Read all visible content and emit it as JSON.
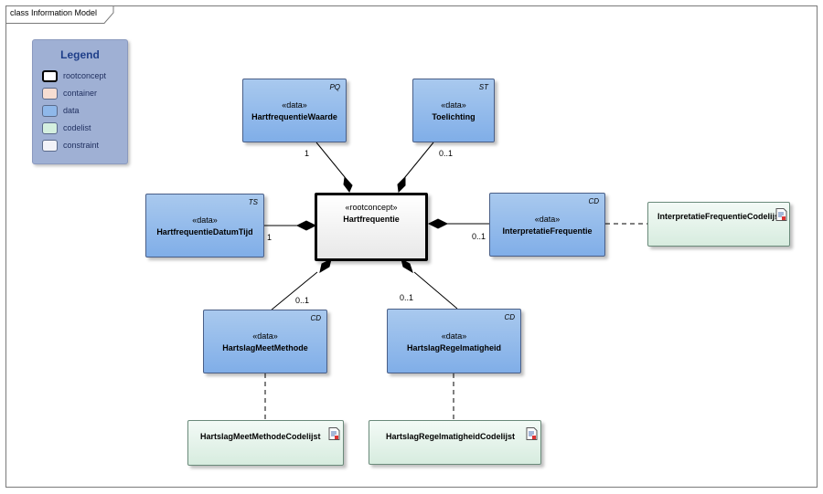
{
  "frame": {
    "title": "class Information Model"
  },
  "legend": {
    "title": "Legend",
    "items": [
      {
        "label": "rootconcept",
        "color": "#ffffff"
      },
      {
        "label": "container",
        "color": "#f6ddd2"
      },
      {
        "label": "data",
        "color": "#8fb8ea"
      },
      {
        "label": "codelist",
        "color": "#d4efdf"
      },
      {
        "label": "constraint",
        "color": "#f2f2f8"
      }
    ]
  },
  "root": {
    "stereotype": "«rootconcept»",
    "name": "Hartfrequentie"
  },
  "data_nodes": {
    "waarde": {
      "stereotype": "«data»",
      "name": "HartfrequentieWaarde",
      "type": "PQ"
    },
    "toelichting": {
      "stereotype": "«data»",
      "name": "Toelichting",
      "type": "ST"
    },
    "datumtijd": {
      "stereotype": "«data»",
      "name": "HartfrequentieDatumTijd",
      "type": "TS"
    },
    "interpretatie": {
      "stereotype": "«data»",
      "name": "InterpretatieFrequentie",
      "type": "CD"
    },
    "meetmethode": {
      "stereotype": "«data»",
      "name": "HartslagMeetMethode",
      "type": "CD"
    },
    "regelmatigheid": {
      "stereotype": "«data»",
      "name": "HartslagRegelmatigheid",
      "type": "CD"
    }
  },
  "codelists": {
    "interpretatie": {
      "name": "InterpretatieFrequentieCodelijst"
    },
    "meetmethode": {
      "name": "HartslagMeetMethodeCodelijst"
    },
    "regelmatigheid": {
      "name": "HartslagRegelmatigheidCodelijst"
    }
  },
  "multiplicities": {
    "waarde": "1",
    "toelichting": "0..1",
    "datumtijd": "1",
    "interpretatie": "0..1",
    "meetmethode": "0..1",
    "regelmatigheid": "0..1"
  },
  "colors": {
    "data_fill": "#8fb8ea",
    "codelist_fill": "#dcefe4",
    "root_border": "#000000",
    "legend_bg": "#9fb0d4"
  }
}
